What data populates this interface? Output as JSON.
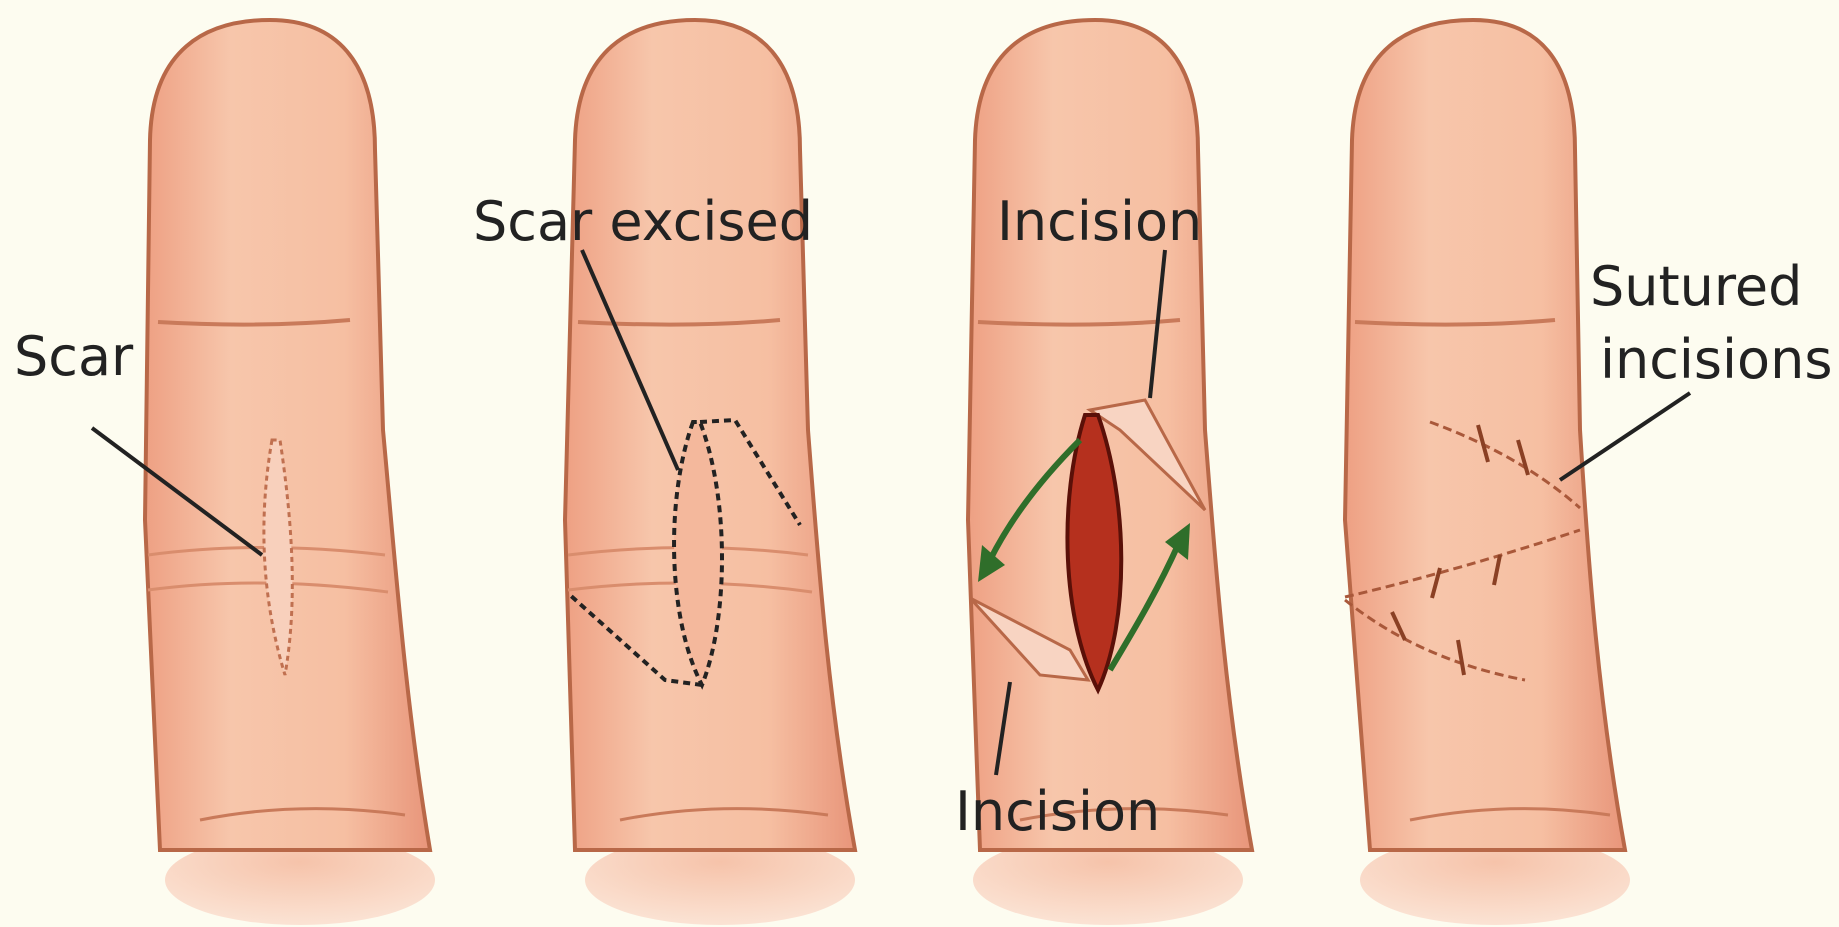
{
  "labels": {
    "scar": "Scar",
    "scar_excised": "Scar excised",
    "incision_top": "Incision",
    "incision_bottom": "Incision",
    "sutured_line1": "Sutured",
    "sutured_line2": "incisions"
  },
  "colors": {
    "background": "#fdfcf0",
    "skin_light": "#f7c2a6",
    "skin_mid": "#f0a786",
    "skin_dark": "#e08f6e",
    "outline": "#b86848",
    "crease": "#c97a5a",
    "wound": "#b5301e",
    "arrow": "#2f6e2a",
    "leader": "#222222"
  }
}
